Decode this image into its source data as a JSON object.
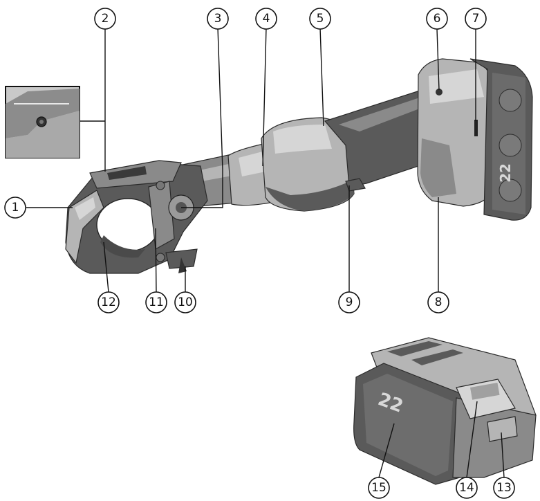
{
  "callouts": [
    {
      "id": "1",
      "label": "1"
    },
    {
      "id": "2",
      "label": "2"
    },
    {
      "id": "3",
      "label": "3"
    },
    {
      "id": "4",
      "label": "4"
    },
    {
      "id": "5",
      "label": "5"
    },
    {
      "id": "6",
      "label": "6"
    },
    {
      "id": "7",
      "label": "7"
    },
    {
      "id": "8",
      "label": "8"
    },
    {
      "id": "9",
      "label": "9"
    },
    {
      "id": "10",
      "label": "10"
    },
    {
      "id": "11",
      "label": "11"
    },
    {
      "id": "12",
      "label": "12"
    },
    {
      "id": "13",
      "label": "13"
    },
    {
      "id": "14",
      "label": "14"
    },
    {
      "id": "15",
      "label": "15"
    }
  ],
  "battery_marking": "22",
  "colors": {
    "background": "#ffffff",
    "tool_dark": "#5a5a5a",
    "tool_mid": "#8a8a8a",
    "tool_light": "#b5b5b5",
    "outline": "#111111"
  }
}
